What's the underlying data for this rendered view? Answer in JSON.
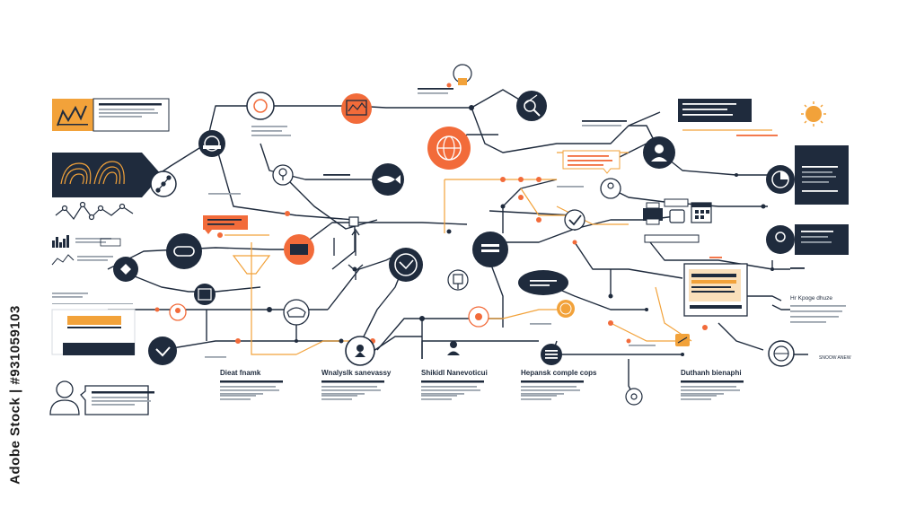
{
  "colors": {
    "navy": "#1f2b3d",
    "orange": "#f26b3a",
    "amber": "#f2a23a",
    "grey": "#9aa3ad",
    "white": "#ffffff"
  },
  "side_watermark": "Adobe Stock | #931059103",
  "corner_label": "SNOOW ANEW",
  "columns": [
    {
      "title": "Dieat fnamk"
    },
    {
      "title": "Wnalyslk sanevassy"
    },
    {
      "title": "Shikidl Nanevoticui"
    },
    {
      "title": "Hepansk comple cops"
    },
    {
      "title": "Duthanh bienaphi"
    }
  ],
  "side_titles": {
    "right_middle": "Hr Kpoge dhuze"
  },
  "icons": [
    "chart-icon",
    "fingerprint-icon",
    "network-icon",
    "dial-icon",
    "lightbulb-icon",
    "bug-icon",
    "user-icon",
    "pie-chart-icon",
    "fish-icon",
    "compass-icon",
    "clock-icon",
    "document-icon",
    "globe-icon",
    "gear-icon",
    "drone-icon",
    "check-icon",
    "cart-icon",
    "printer-icon",
    "calendar-icon",
    "laptop-icon",
    "message-icon",
    "arrow-icon",
    "sun-icon"
  ]
}
